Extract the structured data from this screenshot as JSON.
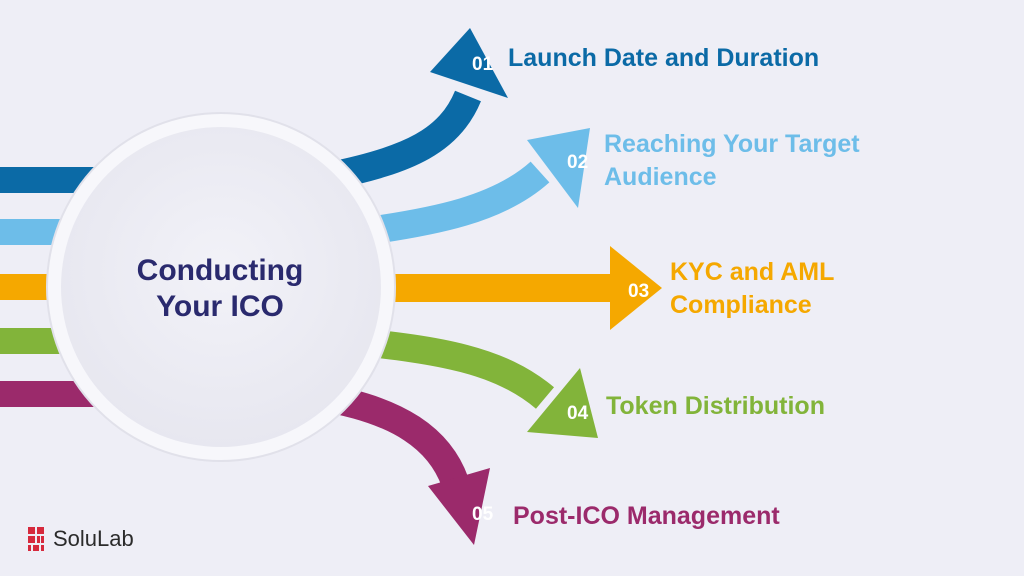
{
  "center": {
    "title_lines": [
      "Conducting",
      "Your ICO"
    ]
  },
  "items": [
    {
      "number": "01",
      "label_lines": [
        "Launch Date and Duration"
      ],
      "color": "#0b6aa6"
    },
    {
      "number": "02",
      "label_lines": [
        "Reaching Your Target",
        "Audience"
      ],
      "color": "#6dbde9"
    },
    {
      "number": "03",
      "label_lines": [
        "KYC and AML",
        "Compliance"
      ],
      "color": "#f5a800"
    },
    {
      "number": "04",
      "label_lines": [
        "Token Distribution"
      ],
      "color": "#82b43a"
    },
    {
      "number": "05",
      "label_lines": [
        "Post-ICO Management"
      ],
      "color": "#9b2a6b"
    }
  ],
  "brand": {
    "name": "SoluLab",
    "logo_icon": "solulab-logo-icon",
    "logo_color": "#d6293d"
  },
  "colors": {
    "background": "#eeeef6",
    "center_text": "#2a2a6e"
  }
}
